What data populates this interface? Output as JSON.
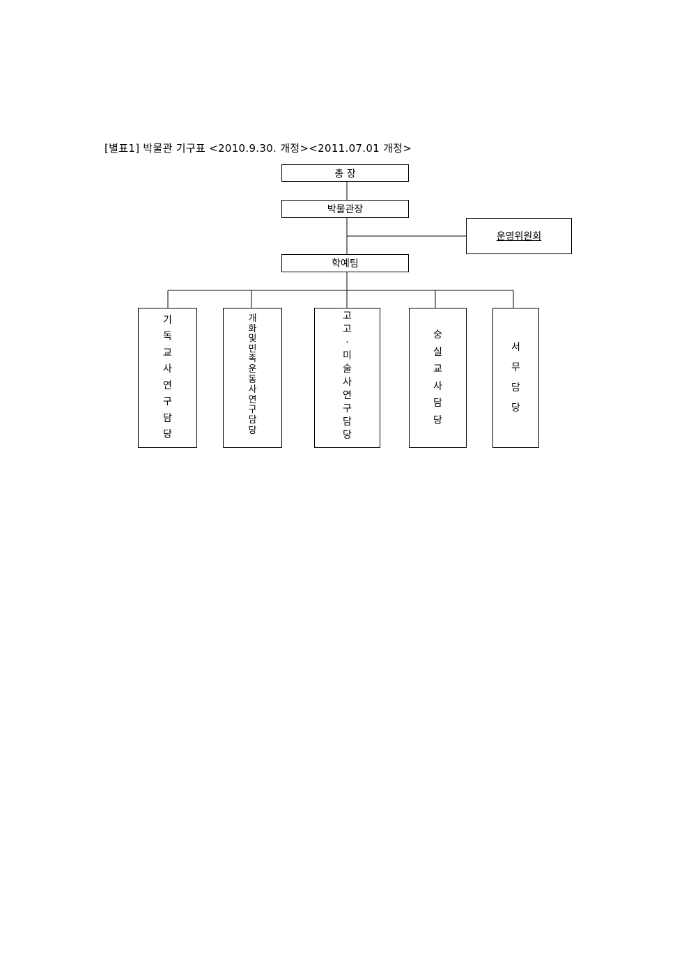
{
  "caption": "[별표1] 박물관 기구표 <2010.9.30. 개정><2011.07.01 개정>",
  "top": {
    "president": "총 장",
    "director": "박물관장",
    "committee": "운영위원회",
    "team": "학예팀"
  },
  "divisions": [
    {
      "text": "기\n독\n교\n사\n연\n구\n담\n당"
    },
    {
      "text": "개\n화\n및\n민\n족\n운\n동\n사\n연\n구\n담\n당"
    },
    {
      "text": "고\n고\n·\n미\n술\n사\n연\n구\n담\n당"
    },
    {
      "text": "숭\n실\n교\n사\n담\n당"
    },
    {
      "text": "서\n무\n담\n당"
    }
  ]
}
